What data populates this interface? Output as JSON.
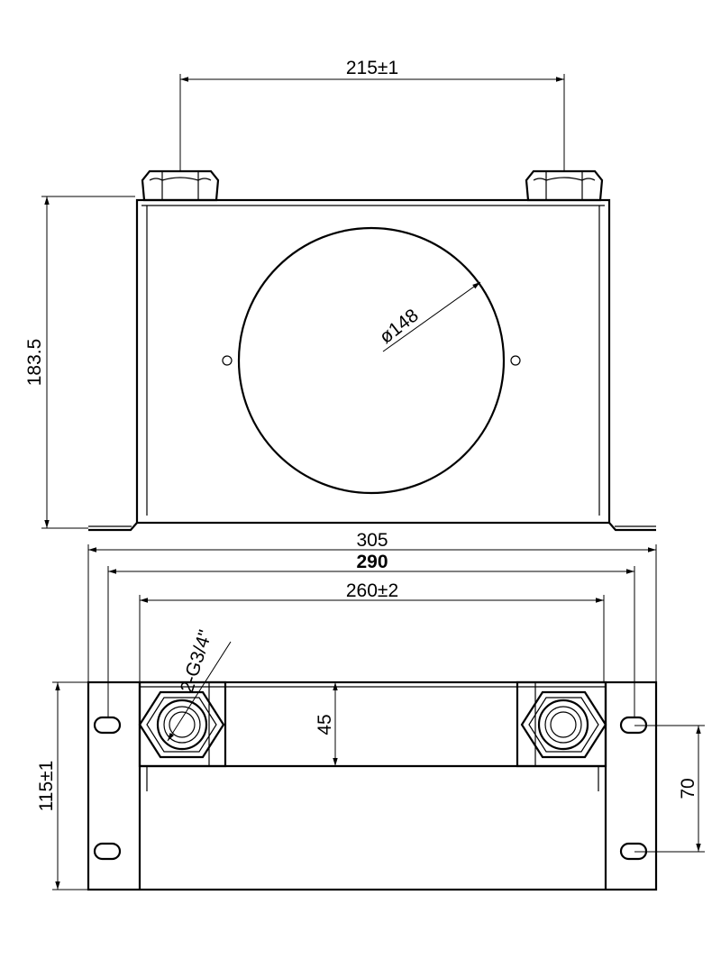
{
  "dimensions": {
    "bolt_spacing": "215±1",
    "height": "183.5",
    "fan_diameter": "ø148",
    "overall_width": "305",
    "mounting_width": "290",
    "port_spacing": "260±2",
    "port_thread": "2-G3/4\"",
    "core_depth": "45",
    "base_depth": "115±1",
    "slot_spacing": "70"
  }
}
